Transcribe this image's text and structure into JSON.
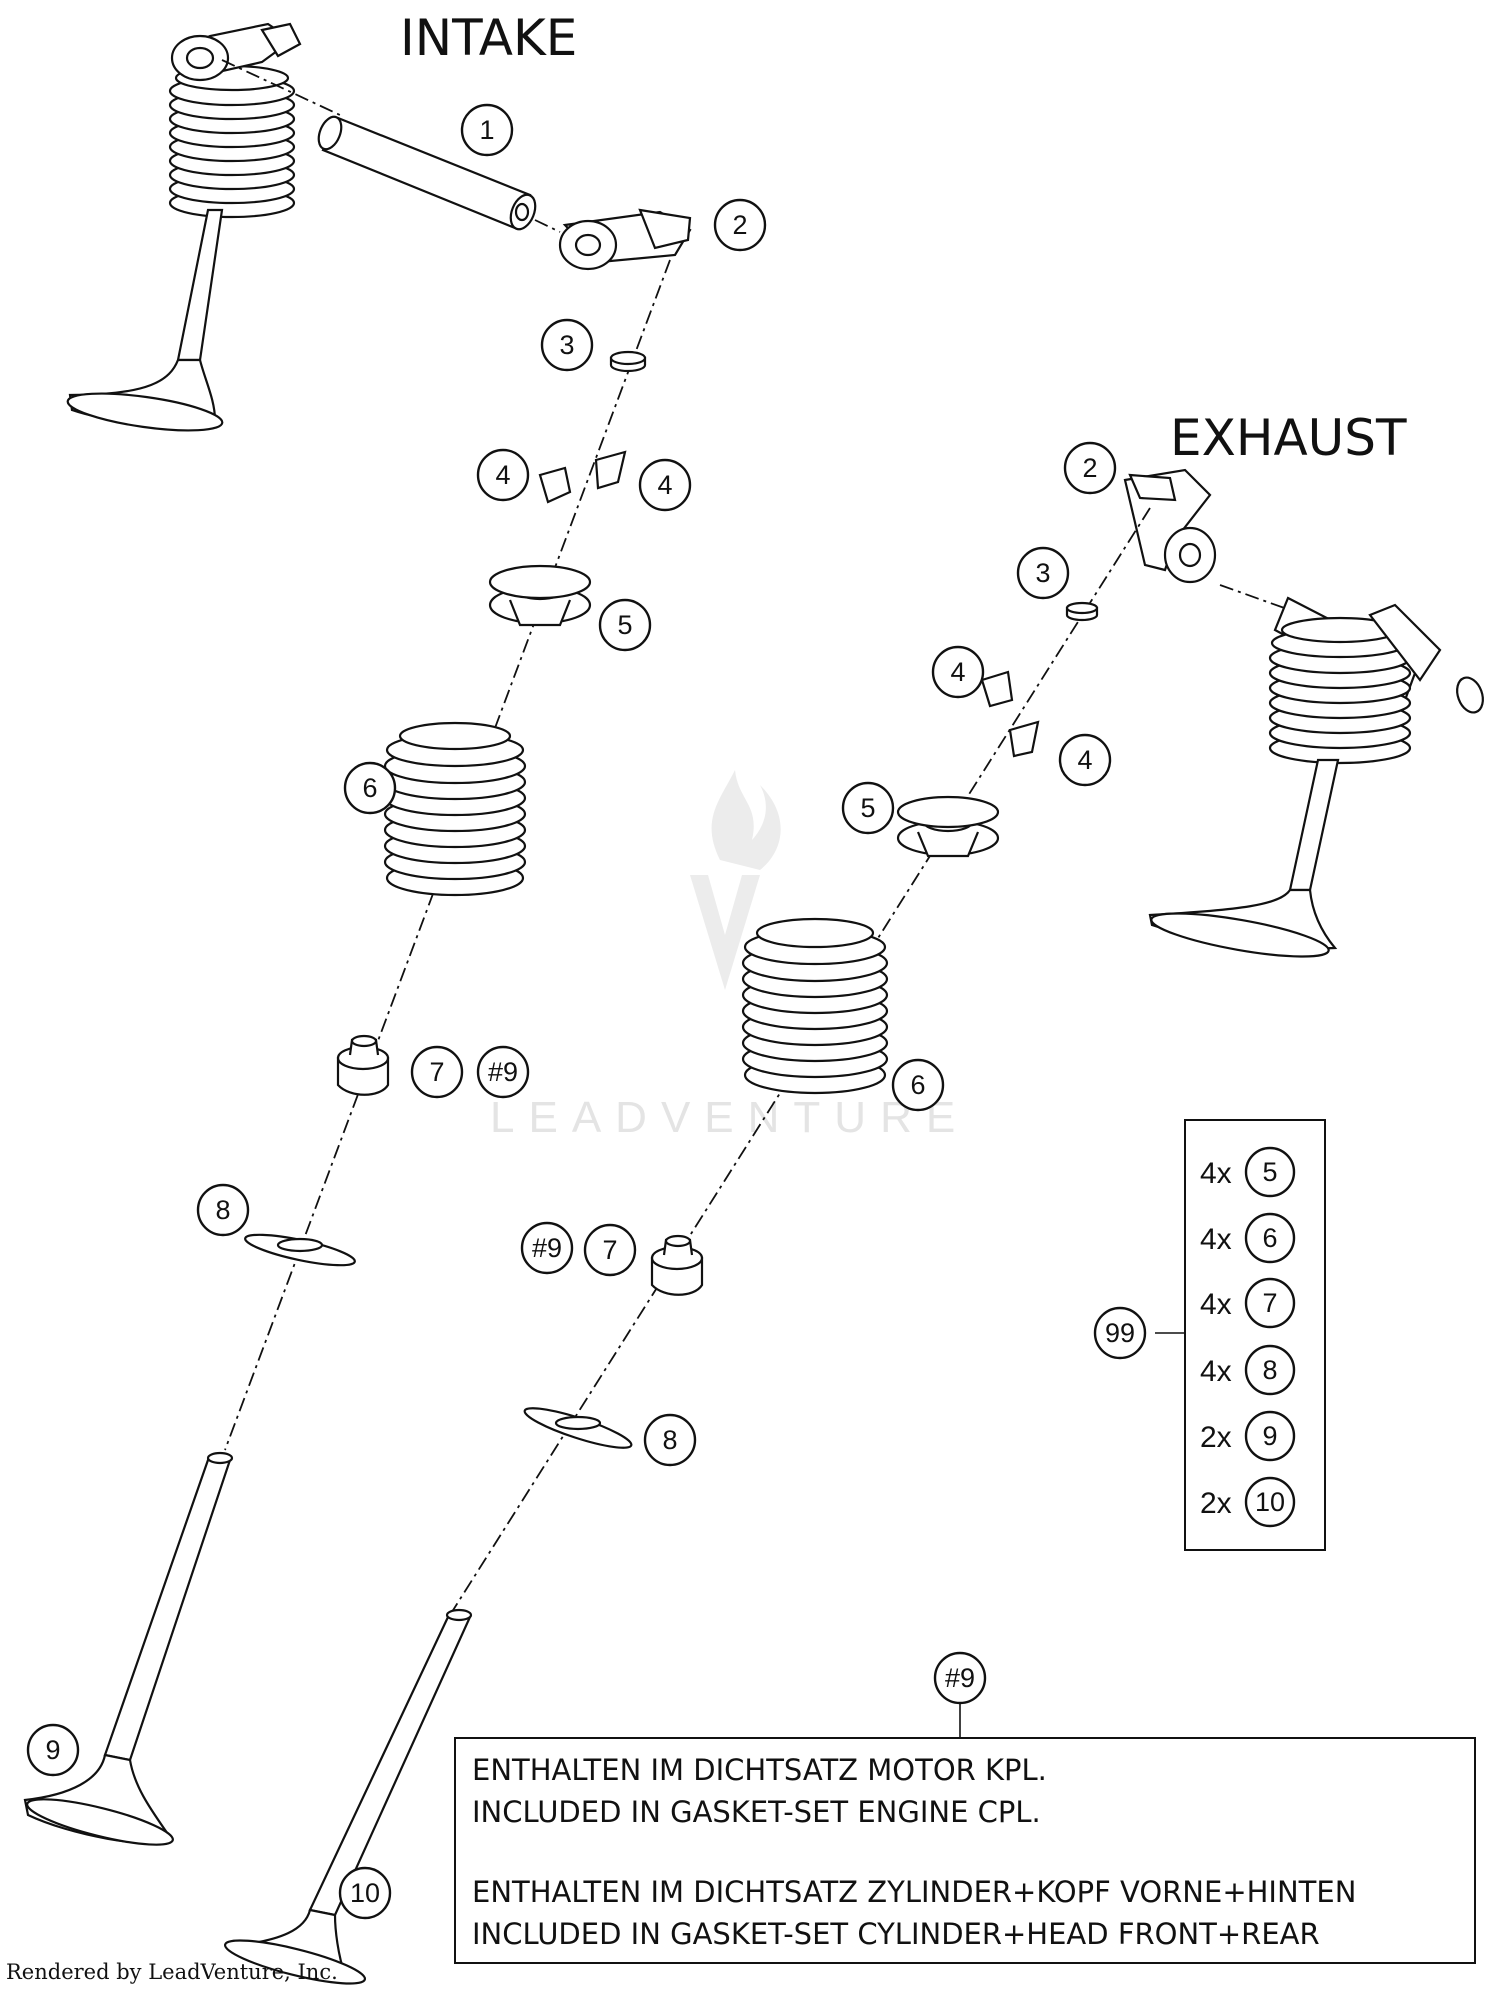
{
  "headings": {
    "intake": "INTAKE",
    "exhaust": "EXHAUST"
  },
  "callouts": {
    "c1": "1",
    "c2": "2",
    "c3": "3",
    "c4": "4",
    "c5": "5",
    "c6": "6",
    "c7": "7",
    "c8": "8",
    "c9": "9",
    "c10": "10",
    "c99": "99",
    "ref9": "#9"
  },
  "kit": {
    "rows": [
      {
        "qty": "4x",
        "part": "5"
      },
      {
        "qty": "4x",
        "part": "6"
      },
      {
        "qty": "4x",
        "part": "7"
      },
      {
        "qty": "4x",
        "part": "8"
      },
      {
        "qty": "2x",
        "part": "9"
      },
      {
        "qty": "2x",
        "part": "10"
      }
    ]
  },
  "note": {
    "line1": "ENTHALTEN IM DICHTSATZ MOTOR KPL.",
    "line2": "INCLUDED IN GASKET-SET ENGINE CPL.",
    "line3": "ENTHALTEN IM DICHTSATZ ZYLINDER+KOPF VORNE+HINTEN",
    "line4": "INCLUDED IN GASKET-SET CYLINDER+HEAD FRONT+REAR"
  },
  "watermark": "LEADVENTURE",
  "credit": "Rendered by LeadVenture, Inc."
}
